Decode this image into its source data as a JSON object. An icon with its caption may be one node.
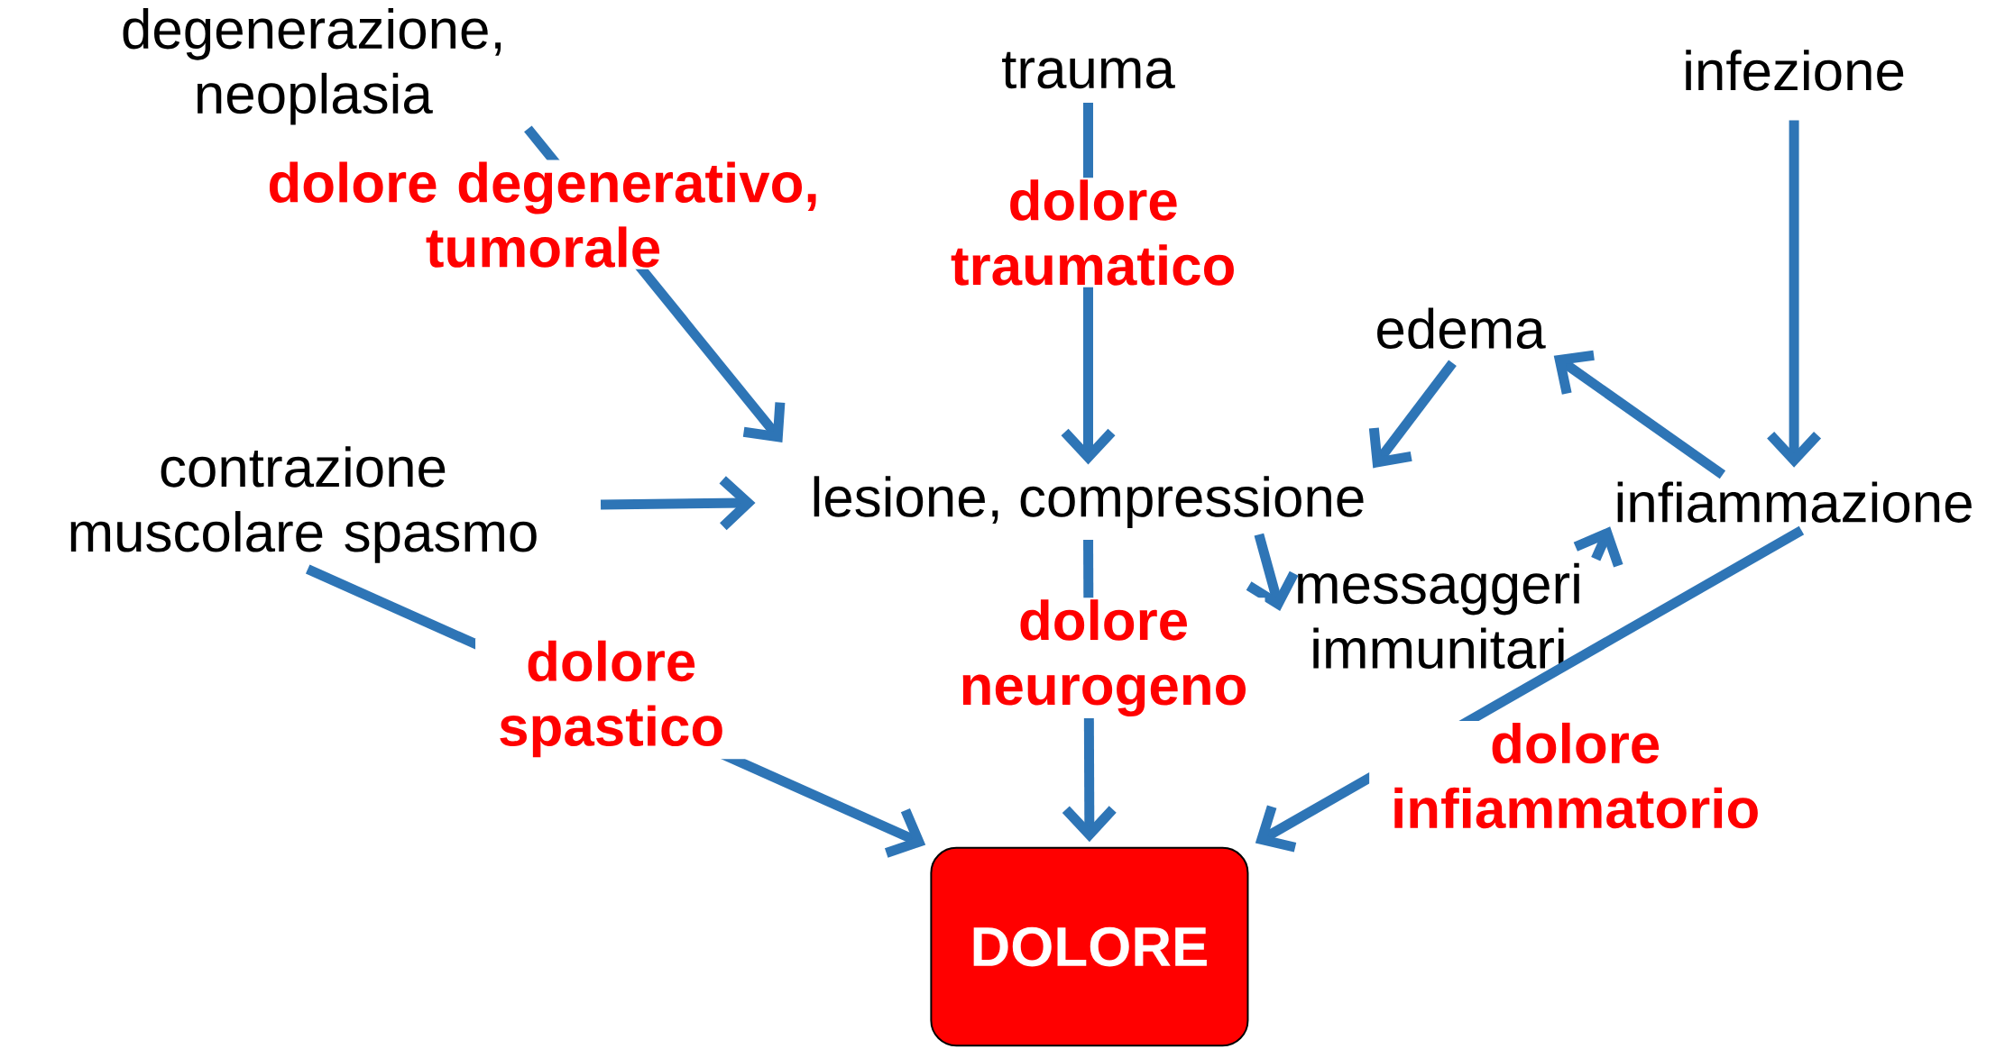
{
  "diagram": {
    "nodes": [
      {
        "text": [
          "degenerazione, neoplasia"
        ]
      },
      {
        "text": [
          "trauma"
        ]
      },
      {
        "text": [
          "infezione"
        ]
      },
      {
        "text": [
          "edema"
        ]
      },
      {
        "text": [
          "contrazione muscolare spasmo"
        ]
      },
      {
        "text": [
          "lesione, compressione"
        ]
      },
      {
        "text": [
          "infiammazione"
        ]
      },
      {
        "text": [
          "messaggeri immunitari"
        ]
      },
      {
        "text": [
          "DOLORE"
        ]
      }
    ],
    "edges": [
      {
        "from": 0,
        "to": 5,
        "arrow": "to",
        "label": "dolore degenerativo, tumorale"
      },
      {
        "from": 1,
        "to": 5,
        "arrow": "to",
        "label": "dolore traumatico"
      },
      {
        "from": 2,
        "to": 6,
        "arrow": "to"
      },
      {
        "from": 6,
        "to": 3,
        "arrow": "to"
      },
      {
        "from": 3,
        "to": 5,
        "arrow": "to"
      },
      {
        "from": 4,
        "to": 5,
        "arrow": "to"
      },
      {
        "from": 5,
        "to": 7,
        "arrow": "to"
      },
      {
        "from": 7,
        "to": 6,
        "arrow": "to"
      },
      {
        "from": 4,
        "to": 8,
        "arrow": "to",
        "label": "dolore spastico"
      },
      {
        "from": 5,
        "to": 8,
        "arrow": "to",
        "label": "dolore neurogeno"
      },
      {
        "from": 6,
        "to": 8,
        "arrow": "to",
        "label": "dolore infiammatorio"
      }
    ]
  }
}
